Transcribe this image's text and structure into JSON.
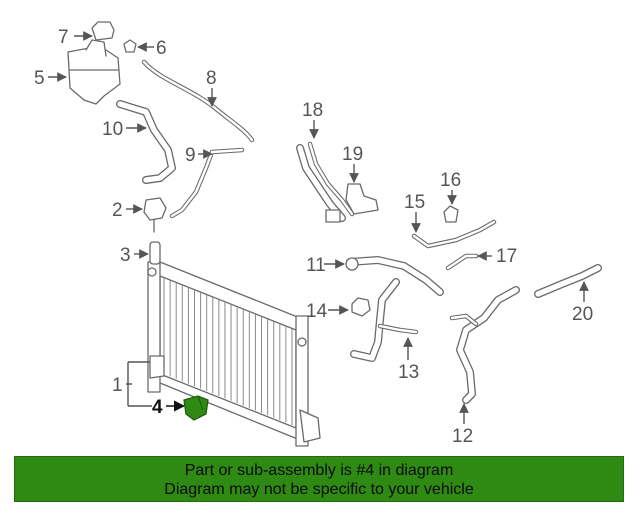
{
  "callouts": [
    "1",
    "2",
    "3",
    "4",
    "5",
    "6",
    "7",
    "8",
    "9",
    "10",
    "11",
    "12",
    "13",
    "14",
    "15",
    "16",
    "17",
    "18",
    "19",
    "20"
  ],
  "highlight": {
    "part": "4",
    "color": "#2e8a12"
  },
  "banner": {
    "line1": "Part or sub-assembly is #4 in diagram",
    "line2": "Diagram may not be specific to your vehicle",
    "background": "#2e8a12"
  }
}
